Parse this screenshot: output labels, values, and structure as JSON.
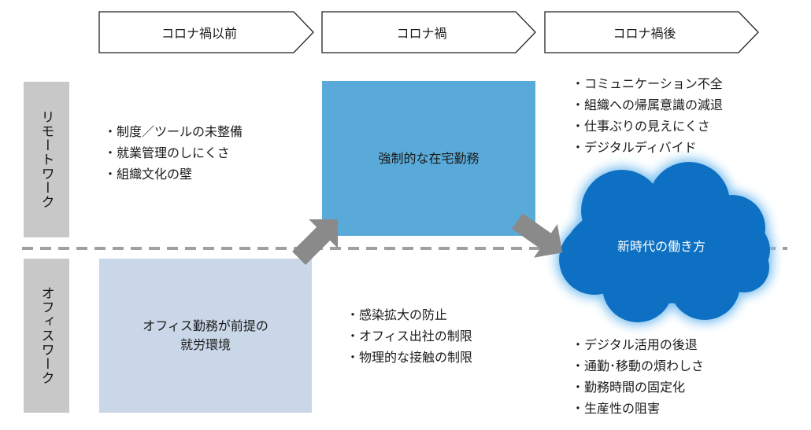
{
  "phases": [
    "コロナ禍以前",
    "コロナ禍",
    "コロナ禍後"
  ],
  "rows": {
    "remote": "リモートワーク",
    "office": "オフィスワーク"
  },
  "remote_pre_issues": [
    "制度／ツールの未整備",
    "就業管理のしにくさ",
    "組織文化の壁"
  ],
  "office_pre_box": "オフィス勤務が前提の\n就労環境",
  "remote_covid_box": "強制的な在宅勤務",
  "office_covid_issues": [
    "感染拡大の防止",
    "オフィス出社の制限",
    "物理的な接触の制限"
  ],
  "post_remote_issues": [
    "コミュニケーション不全",
    "組織への帰属意識の減退",
    "仕事ぶりの見えにくさ",
    "デジタルディバイド"
  ],
  "cloud_label": "新時代の働き方",
  "post_office_issues": [
    "デジタル活用の後退",
    "通勤･移動の煩わしさ",
    "勤務時間の固定化",
    "生産性の阻害"
  ],
  "colors": {
    "row_label_bg": "#c8c8c8",
    "office_box": "#c9d7e8",
    "remote_box": "#5aaad9",
    "cloud": "#0e6fc2",
    "cloud_glow": "#8ec8f2",
    "arrow": "#8a8a8a",
    "divider": "#a0a0a0"
  }
}
